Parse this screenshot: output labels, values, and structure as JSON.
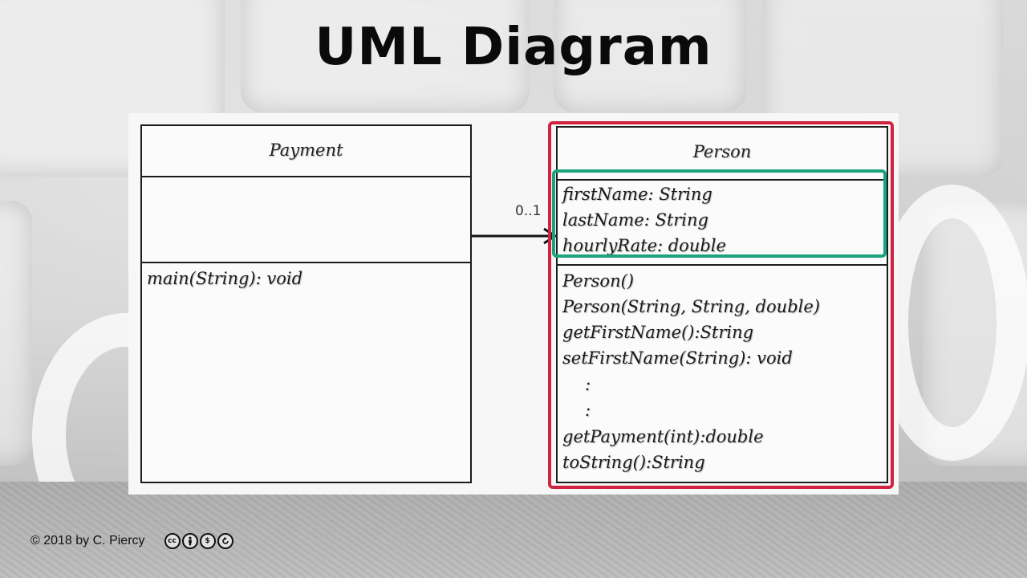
{
  "title": "UML Diagram",
  "diagram": {
    "payment_class": {
      "name": "Payment",
      "attributes": [],
      "methods": [
        "main(String): void"
      ]
    },
    "person_class": {
      "name": "Person",
      "attributes": [
        "firstName: String",
        "lastName: String",
        "hourlyRate: double"
      ],
      "methods": [
        "Person()",
        "Person(String, String, double)",
        "getFirstName():String",
        "setFirstName(String): void",
        ":",
        ":",
        "getPayment(int):double",
        "toString():String"
      ]
    },
    "association": {
      "multiplicity": "0..1"
    },
    "highlight_colors": {
      "class_outline": "#cf2340",
      "attributes_outline": "#1aa37c"
    }
  },
  "footer": {
    "copyright": "© 2018 by C. Piercy",
    "license_icons": [
      "cc-icon",
      "by-icon",
      "nc-icon",
      "sa-icon"
    ]
  }
}
